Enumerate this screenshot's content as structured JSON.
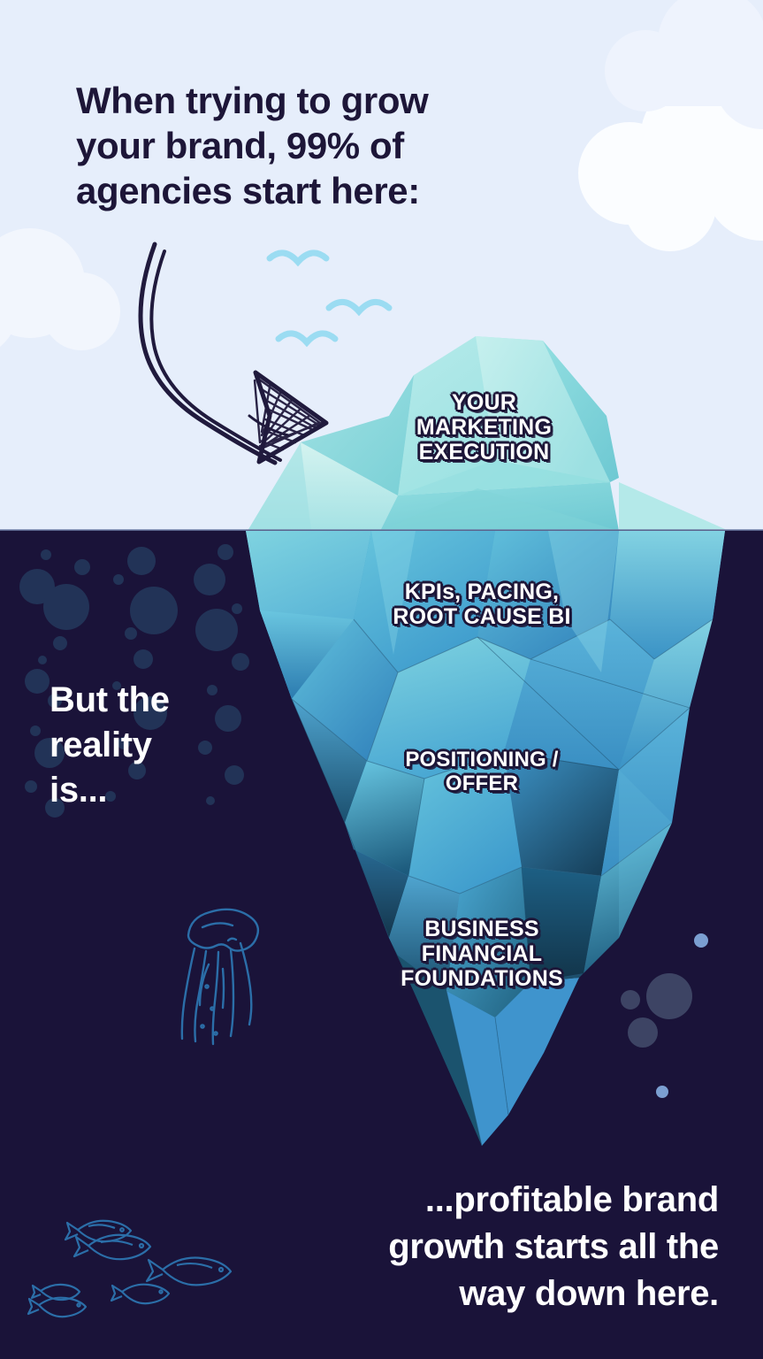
{
  "graphic": {
    "type": "iceberg-infographic",
    "headline": "When trying to grow\nyour brand, 99% of\nagencies start here:",
    "midline": "But the\nreality\nis...",
    "closing": "...profitable brand\ngrowth starts all the\nway down here.",
    "labels": [
      {
        "text": "YOUR\nMARKETING\nEXECUTION",
        "zone": "above-water"
      },
      {
        "text": "KPIs, PACING,\nROOT CAUSE BI",
        "zone": "below-water"
      },
      {
        "text": "POSITIONING /\nOFFER",
        "zone": "below-water"
      },
      {
        "text": "BUSINESS\nFINANCIAL\nFOUNDATIONS",
        "zone": "below-water"
      }
    ],
    "colors": {
      "sky": "#e6eefb",
      "cloud": "#f7faff",
      "ocean": "#1a1339",
      "headline_text": "#1d1638",
      "body_text": "#ffffff",
      "label_outline": "#1d1638",
      "bird": "#9bdcf2",
      "ice_light": "#a9e6e6",
      "ice_mid": "#4fb4dd",
      "ice_deep": "#1d4f73",
      "sea_life": "#2b6ea8",
      "arrow": "#201a3d"
    },
    "decor": {
      "bird_count": 3,
      "cloud_count": 3,
      "fish_count": 6,
      "jellyfish_count": 1,
      "arrow": "hand-drawn-curved-arrow"
    }
  }
}
